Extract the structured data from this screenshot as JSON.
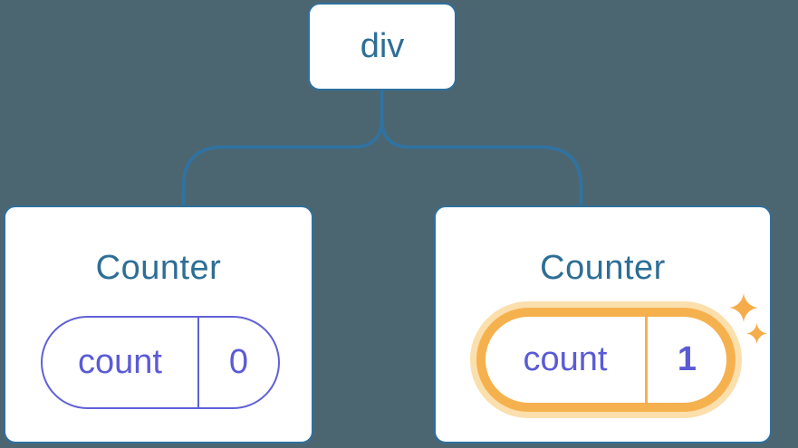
{
  "diagram": {
    "root_node": {
      "label": "div"
    },
    "counters": [
      {
        "title": "Counter",
        "state_key": "count",
        "state_value": "0",
        "highlighted": false
      },
      {
        "title": "Counter",
        "state_key": "count",
        "state_value": "1",
        "highlighted": true
      }
    ],
    "highlight_icon": "sparkles-icon"
  },
  "colors": {
    "background": "#4C6671",
    "box-border": "#2E709E",
    "box-fill": "#FFFFFF",
    "text-blue": "#2D6E96",
    "connector": "#2F73A3",
    "purple-text": "#5B5BD6",
    "purple-border": "#6060D8",
    "orange": "#F6B14F",
    "orange-halo": "#FBDFAC",
    "sparkle": "#F5AD4B"
  }
}
